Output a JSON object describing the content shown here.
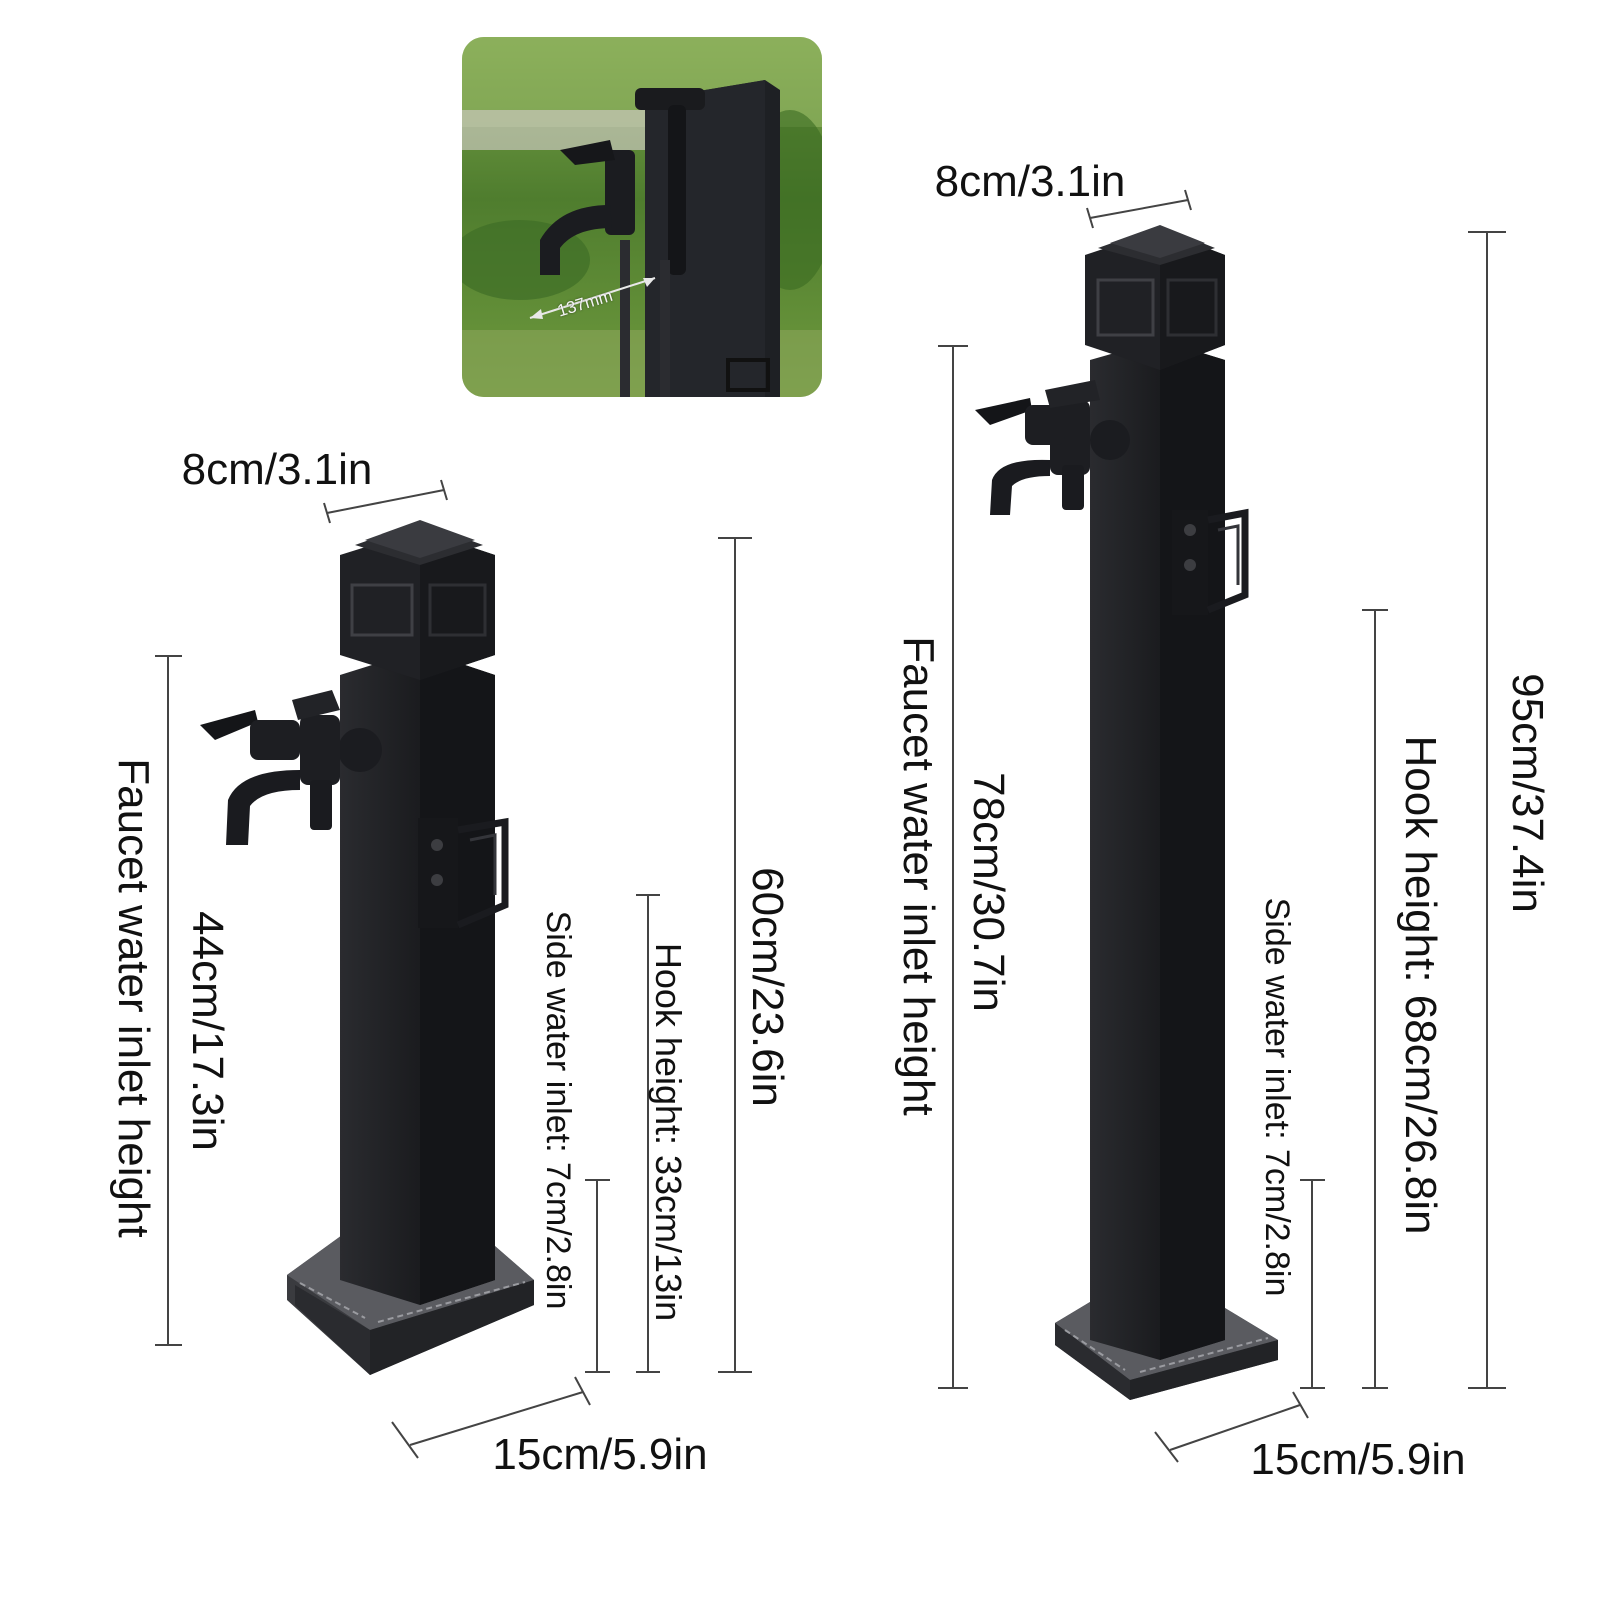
{
  "inset_photo": {
    "measure_label": "137mm"
  },
  "small_post": {
    "top_width": "8cm/3.1in",
    "base_width": "15cm/5.9in",
    "faucet_title": "Faucet water inlet height",
    "faucet_value": "44cm/17.3in",
    "side_inlet": "Side water inlet: 7cm/2.8in",
    "hook": "Hook height: 33cm/13in",
    "total": "60cm/23.6in"
  },
  "tall_post": {
    "top_width": "8cm/3.1in",
    "base_width": "15cm/5.9in",
    "faucet_title": "Faucet water inlet height",
    "faucet_value": "78cm/30.7in",
    "side_inlet": "Side water inlet: 7cm/2.8in",
    "hook": "Hook height: 68cm/26.8in",
    "total": "95cm/37.4in"
  },
  "colors": {
    "post": "#1e1f22",
    "post_edge": "#3a3b3f",
    "line": "#444444",
    "grass": "#5f8f3a"
  }
}
